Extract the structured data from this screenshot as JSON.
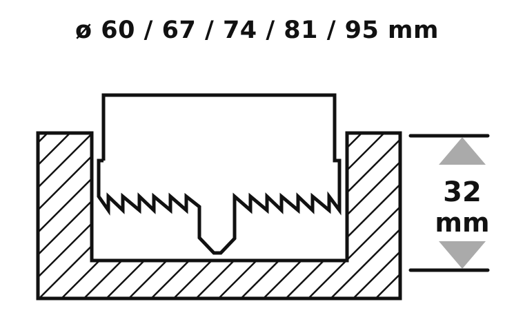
{
  "title": "ø 60 / 67 / 74 / 81 / 95 mm",
  "depth": {
    "value": "32",
    "unit": "mm"
  },
  "colors": {
    "line": "#111111",
    "arrow": "#aaaaaa"
  }
}
